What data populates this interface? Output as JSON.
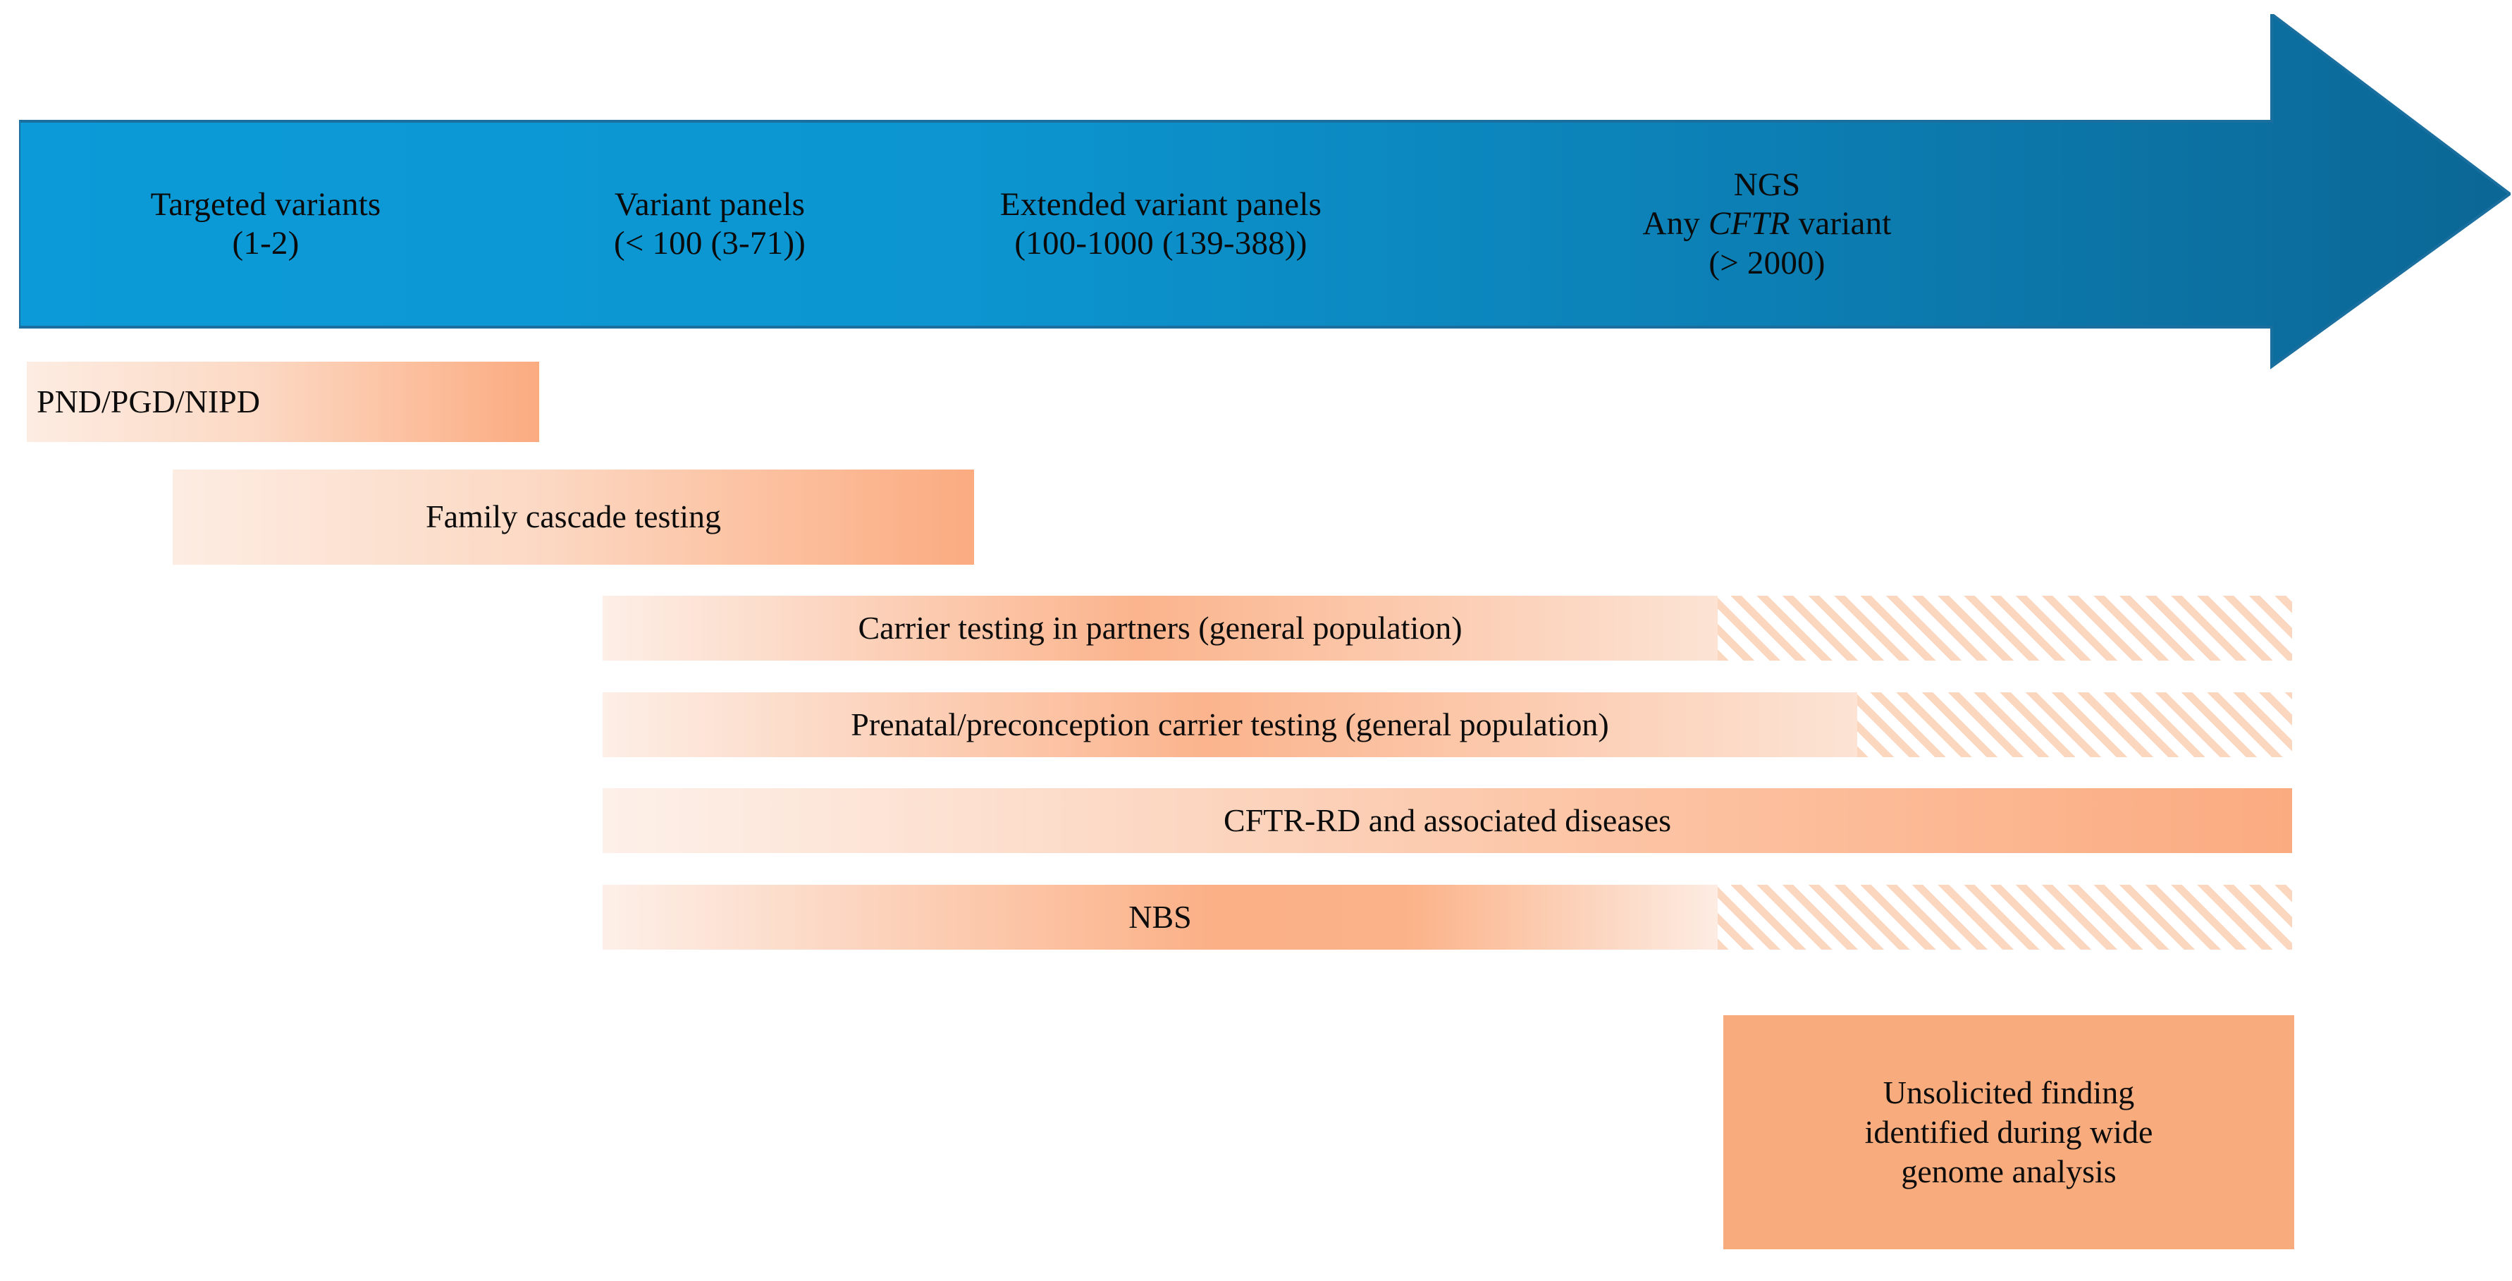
{
  "figure": {
    "type": "horizontal-arrow-with-coverage-bars",
    "title_text": "",
    "colors": {
      "arrow_light_blue": "#0c9bd8",
      "arrow_dark_blue": "#0b6795",
      "arrow_border": "#1a6f9e",
      "bar_orange_dark": "#fbab80",
      "bar_orange_light": "#fdeee6",
      "hatch_stripe": "#fbd7c0",
      "text_color": "#0c0c0c"
    }
  },
  "arrow": {
    "name": "genetic-testing-scope-arrow",
    "direction": "right",
    "stages": [
      {
        "id": "targeted-variants",
        "line1": "Targeted variants",
        "line2": "(1-2)",
        "line3": ""
      },
      {
        "id": "variant-panels",
        "line1": "Variant panels",
        "line2": "(< 100 (3-71))",
        "line3": ""
      },
      {
        "id": "extended-variant-panels",
        "line1": "Extended  variant panels",
        "line2": "(100-1000 (139-388))",
        "line3": ""
      },
      {
        "id": "ngs",
        "line1": "NGS",
        "line2_pre": "Any ",
        "line2_em": "CFTR",
        "line2_post": " variant",
        "line3": "(> 2000)"
      }
    ]
  },
  "bars": [
    {
      "id": "pnd-pgd-nipd",
      "label": "PND/PGD/NIPD",
      "align": "left",
      "hatched": false,
      "fill": "gradient-light-to-dark"
    },
    {
      "id": "family-cascade-testing",
      "label": "Family cascade testing",
      "align": "center",
      "hatched": false,
      "fill": "gradient-light-to-dark"
    },
    {
      "id": "carrier-testing-in-partners",
      "label": "Carrier testing in partners (general population)",
      "align": "center",
      "hatched": true,
      "fill": "gradient-light-dark-light",
      "hatch_note": "uncertain / not routinely applied"
    },
    {
      "id": "prenatal-preconception-carrier-testing",
      "label": "Prenatal/preconception carrier testing (general population)",
      "align": "center",
      "hatched": true,
      "fill": "gradient-light-dark-light",
      "hatch_note": "uncertain / not routinely applied"
    },
    {
      "id": "cftr-rd-and-associated-diseases",
      "label": "CFTR-RD and associated diseases",
      "align": "center",
      "hatched": false,
      "fill": "gradient-light-to-dark"
    },
    {
      "id": "nbs",
      "label": "NBS",
      "align": "center",
      "hatched": true,
      "fill": "gradient-light-dark-light",
      "hatch_note": "uncertain / not routinely applied"
    },
    {
      "id": "unsolicited-finding",
      "label_line1": "Unsolicited finding",
      "label_line2": "identified during wide",
      "label_line3": "genome analysis",
      "align": "center",
      "hatched": false,
      "fill": "solid-orange"
    }
  ]
}
